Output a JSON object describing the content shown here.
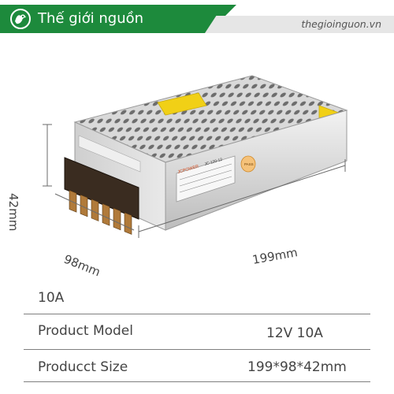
{
  "banner": {
    "brand": "Thế giới nguồn",
    "url": "thegioinguon.vn",
    "colors": {
      "green": "#1d8a3c",
      "gray": "#e6e6e6"
    },
    "logo_icon": "dragon-logo-icon"
  },
  "product_image": {
    "dimensions": {
      "height": "42mm",
      "depth": "98mm",
      "width": "199mm"
    },
    "label_brand": "JCPOWER",
    "label_model": "JC-120-12",
    "label_badge": "PASS"
  },
  "specs": {
    "current": "10A",
    "model_label": "Product Model",
    "model_value": "12V 10A",
    "size_label": "Producct Size",
    "size_value": "199*98*42mm"
  }
}
